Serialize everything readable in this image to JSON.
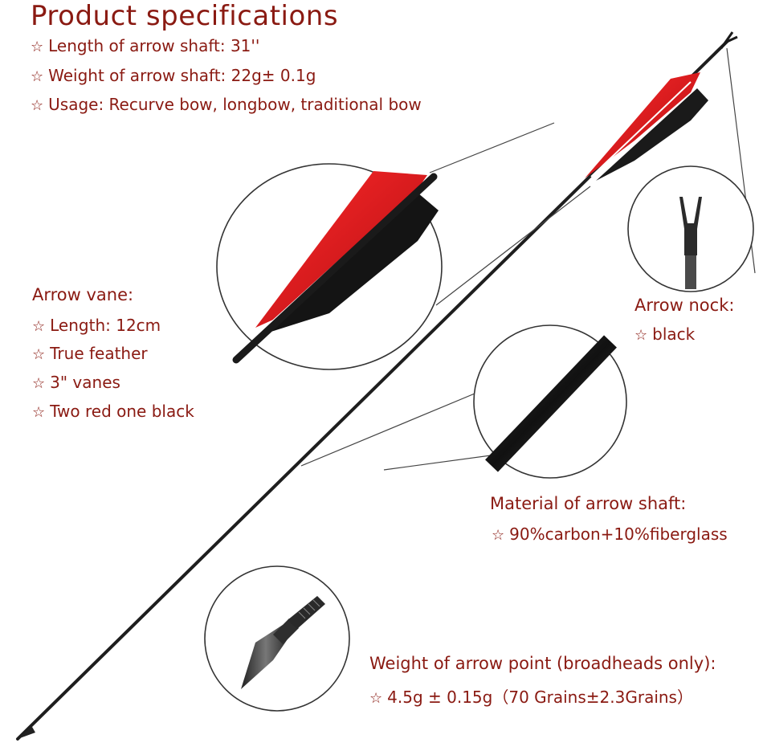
{
  "product_specs": {
    "title": "Product specifications",
    "items": [
      "Length of arrow shaft: 31''",
      "Weight of arrow shaft: 22g± 0.1g",
      "Usage: Recurve bow, longbow, traditional bow"
    ]
  },
  "arrow_vane": {
    "heading": "Arrow vane:",
    "items": [
      "Length: 12cm",
      "True feather",
      "3\" vanes",
      "Two red one black"
    ]
  },
  "arrow_nock": {
    "heading": "Arrow  nock:",
    "items": [
      "black"
    ]
  },
  "shaft_material": {
    "heading": "Material of arrow shaft:",
    "items": [
      "90%carbon+10%fiberglass"
    ]
  },
  "arrow_point": {
    "heading": "Weight of arrow point (broadheads only):",
    "items": [
      "4.5g ± 0.15g（70 Grains±2.3Grains）"
    ]
  },
  "icons": {
    "bullet": "star-outline-icon",
    "star_glyph": "☆"
  },
  "colors": {
    "text": "#8a1a12",
    "feather_red": "#d8141a",
    "shaft": "#1e1e1e",
    "outline": "#333333"
  }
}
